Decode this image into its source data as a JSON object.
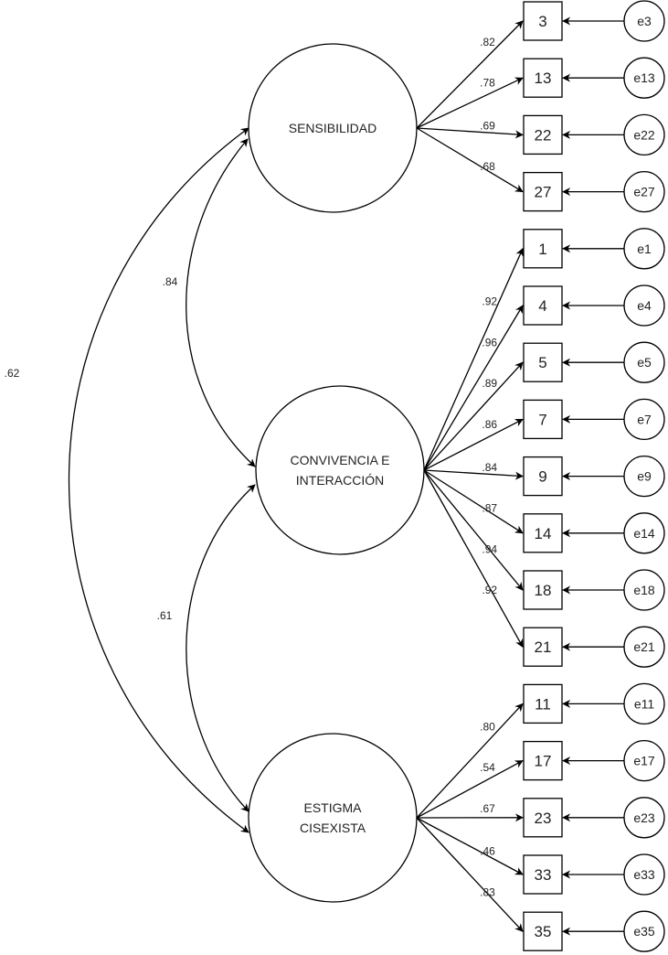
{
  "title": "Confirmatory factor analysis path diagram",
  "colors": {
    "stroke": "#000000",
    "text": "#222222",
    "background": "#ffffff"
  },
  "latents": [
    {
      "id": "SEN",
      "label_lines": [
        "SENSIBILIDAD"
      ]
    },
    {
      "id": "CON",
      "label_lines": [
        "CONVIVENCIA E",
        "INTERACCIÓN"
      ]
    },
    {
      "id": "EST",
      "label_lines": [
        "ESTIGMA",
        "CISEXISTA"
      ]
    }
  ],
  "indicators": [
    {
      "item": "3",
      "error": "e3",
      "factor": "SEN",
      "loading": ".82"
    },
    {
      "item": "13",
      "error": "e13",
      "factor": "SEN",
      "loading": ".78"
    },
    {
      "item": "22",
      "error": "e22",
      "factor": "SEN",
      "loading": ".69"
    },
    {
      "item": "27",
      "error": "e27",
      "factor": "SEN",
      "loading": ".68"
    },
    {
      "item": "1",
      "error": "e1",
      "factor": "CON",
      "loading": ".92"
    },
    {
      "item": "4",
      "error": "e4",
      "factor": "CON",
      "loading": ".96"
    },
    {
      "item": "5",
      "error": "e5",
      "factor": "CON",
      "loading": ".89"
    },
    {
      "item": "7",
      "error": "e7",
      "factor": "CON",
      "loading": ".86"
    },
    {
      "item": "9",
      "error": "e9",
      "factor": "CON",
      "loading": ".84"
    },
    {
      "item": "14",
      "error": "e14",
      "factor": "CON",
      "loading": ".87"
    },
    {
      "item": "18",
      "error": "e18",
      "factor": "CON",
      "loading": ".94"
    },
    {
      "item": "21",
      "error": "e21",
      "factor": "CON",
      "loading": ".92"
    },
    {
      "item": "11",
      "error": "e11",
      "factor": "EST",
      "loading": ".80"
    },
    {
      "item": "17",
      "error": "e17",
      "factor": "EST",
      "loading": ".54"
    },
    {
      "item": "23",
      "error": "e23",
      "factor": "EST",
      "loading": ".67"
    },
    {
      "item": "33",
      "error": "e33",
      "factor": "EST",
      "loading": ".46"
    },
    {
      "item": "35",
      "error": "e35",
      "factor": "EST",
      "loading": ".83"
    }
  ],
  "covariances": [
    {
      "from": "SEN",
      "to": "CON",
      "value": ".84"
    },
    {
      "from": "CON",
      "to": "EST",
      "value": ".61"
    },
    {
      "from": "SEN",
      "to": "EST",
      "value": ".62"
    }
  ]
}
